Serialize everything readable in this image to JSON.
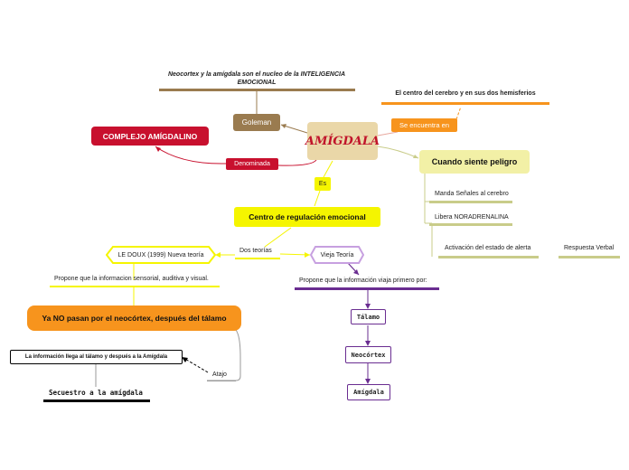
{
  "central": "AMÍGDALA",
  "nodes": {
    "neocortex_title": "Neocortex y la amígdala son el nucleo de la INTELIGENCIA EMOCIONAL",
    "goleman": "Goleman",
    "se_encuentra": "Se encuentra en",
    "centro_cerebro": "El centro del cerebro y en sus dos hemisferios",
    "complejo": "COMPLEJO AMÍGDALINO",
    "denominada": "Denominada",
    "cuando": "Cuando siente peligro",
    "manda": "Manda Señales al cerebro",
    "libera": "Libera NORADRENALINA",
    "activacion": "Activación del estado de alerta",
    "respuesta": "Respuesta Verbal",
    "es": "Es",
    "centro_regulacion": "Centro de regulación emocional",
    "dos_teorias": "Dos teorías",
    "ledoux": "LE DOUX (1999) Nueva teoría",
    "vieja": "Vieja Teoría",
    "propone_sens": "Propone que la informacion sensorial, auditiva y visual.",
    "propone_vieja": "Propone que la información viaja primero por:",
    "ya_no": "Ya NO pasan por el neocórtex, después del tálamo",
    "talamo": "Tálamo",
    "neocortex": "Neocórtex",
    "amigdala": "Amígdala",
    "info_llega": "La información llega al tálamo y después a la Amígdala",
    "atajo": "Atajo",
    "secuestro": "Secuestro a la amígdala"
  },
  "colors": {
    "central_fill": "#ead7a8",
    "central_text": "#c0142a",
    "brown": "#9a7b4f",
    "orange": "#f7941d",
    "red": "#c8102e",
    "yellow": "#f5f500",
    "olive": "#c9cc8a",
    "purple": "#6a2d91",
    "lavender": "#c7a0e0",
    "black": "#000000",
    "gray": "#9a9a9a"
  }
}
